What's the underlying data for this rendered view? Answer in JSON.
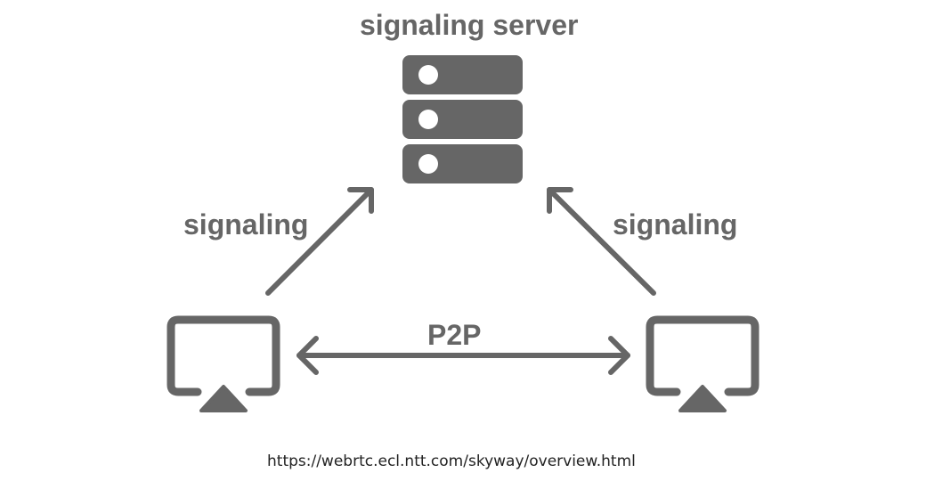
{
  "diagram": {
    "title": "signaling server",
    "left_edge_label": "signaling",
    "right_edge_label": "signaling",
    "bottom_edge_label": "P2P",
    "source_url": "https://webrtc.ecl.ntt.com/skyway/overview.html"
  },
  "icons": {
    "server": "server-icon",
    "left_client": "airplay-display-icon",
    "right_client": "airplay-display-icon"
  },
  "colors": {
    "icon_fill": "#666666",
    "text": "#666666",
    "url_text": "#222222",
    "background": "#ffffff"
  }
}
